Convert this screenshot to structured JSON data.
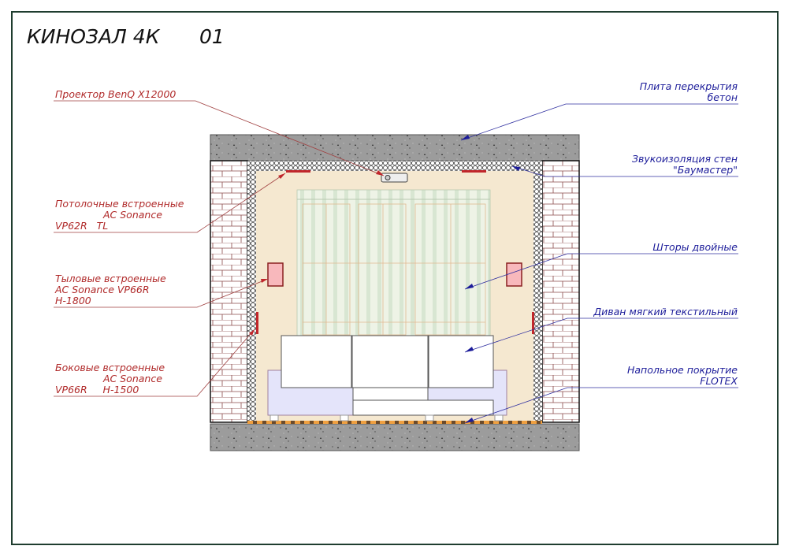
{
  "title": {
    "name": "КИНОЗАЛ 4К",
    "number": "01"
  },
  "colors": {
    "frame": "#1f3d2f",
    "left_labels": "#b02a2a",
    "right_labels": "#1c1c9a",
    "room": "#f5e8d0",
    "concrete": "#9a9a9a"
  },
  "left_labels": [
    {
      "lines": [
        "Проектор BenQ X12000"
      ]
    },
    {
      "lines": [
        "Потолочные встроенные",
        "AC Sonance",
        "VP62R   TL"
      ]
    },
    {
      "lines": [
        "Тыловые встроенные",
        "AC Sonance VP66R",
        "H-1800"
      ]
    },
    {
      "lines": [
        "Боковые встроенные",
        "AC Sonance",
        "VP66R     H-1500"
      ]
    }
  ],
  "right_labels": [
    {
      "lines": [
        "Плита перекрытия",
        "бетон"
      ]
    },
    {
      "lines": [
        "Звукоизоляция стен",
        "\"Баумастер\""
      ]
    },
    {
      "lines": [
        "Шторы двойные"
      ]
    },
    {
      "lines": [
        "Диван мягкий текстильный"
      ]
    },
    {
      "lines": [
        "Напольное покрытие",
        "FLOTEX"
      ]
    }
  ]
}
